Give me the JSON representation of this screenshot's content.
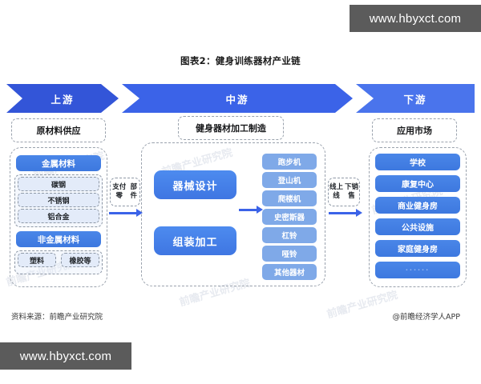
{
  "watermarks": {
    "top_right": "www.hbyxct.com",
    "bottom_left": "www.hbyxct.com",
    "ghost": "前瞻产业研究院"
  },
  "title": "图表2：健身训练器材产业链",
  "chevrons": [
    {
      "label": "上游",
      "color": "#3355d8"
    },
    {
      "label": "中游",
      "color": "#3b63e8"
    },
    {
      "label": "下游",
      "color": "#4a74ec"
    }
  ],
  "sections": {
    "upstream": {
      "heading": "原材料供应",
      "groups": [
        {
          "title": "金属材料",
          "items": [
            "碳钢",
            "不锈钢",
            "铝合金"
          ]
        },
        {
          "title": "非金属材料",
          "items": [
            "塑料",
            "橡胶等"
          ]
        }
      ]
    },
    "midstream": {
      "heading": "健身器材加工制造",
      "processes": [
        "器械设计",
        "组装加工"
      ],
      "equipment": [
        "跑步机",
        "登山机",
        "爬楼机",
        "史密斯器",
        "杠铃",
        "哑铃",
        "其他器材"
      ]
    },
    "downstream": {
      "heading": "应用市场",
      "markets": [
        "学校",
        "康复中心",
        "商业健身房",
        "公共设施",
        "家庭健身房",
        "······"
      ]
    }
  },
  "connectors": [
    {
      "label": "支付零\n部件",
      "line1": "支付零",
      "line2": "部件"
    },
    {
      "label": "线上线\n下销售",
      "line1": "线上线",
      "line2": "下销售"
    }
  ],
  "footer": {
    "source": "资料来源：前瞻产业研究院",
    "credit": "@前瞻经济学人APP"
  },
  "colors": {
    "chevron_primary": "#3b63e8",
    "pill_blue": "#4a86e8",
    "equipment_blue": "#7fa9e8",
    "dashed_border": "#9aa2ad",
    "watermark_bg": "#5b5b5b"
  }
}
